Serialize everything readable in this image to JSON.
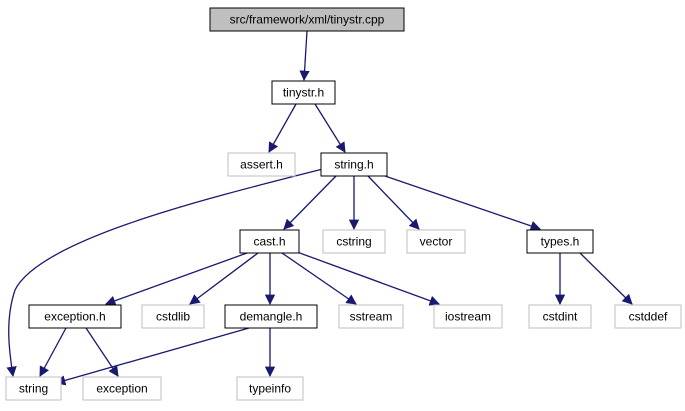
{
  "colors": {
    "edge": "#191970",
    "root_fill": "#bfbfbf",
    "solid_border": "#000000",
    "external_border": "#bfbfbf",
    "text": "#000000",
    "external_text": "#000000"
  },
  "nodes": {
    "root": {
      "label": "src/framework/xml/tinystr.cpp",
      "kind": "root"
    },
    "tinystr_h": {
      "label": "tinystr.h",
      "kind": "header"
    },
    "assert_h": {
      "label": "assert.h",
      "kind": "external"
    },
    "string_h": {
      "label": "string.h",
      "kind": "header"
    },
    "cast_h": {
      "label": "cast.h",
      "kind": "header"
    },
    "cstring": {
      "label": "cstring",
      "kind": "external"
    },
    "vector": {
      "label": "vector",
      "kind": "external"
    },
    "types_h": {
      "label": "types.h",
      "kind": "header"
    },
    "exception_h": {
      "label": "exception.h",
      "kind": "header"
    },
    "cstdlib": {
      "label": "cstdlib",
      "kind": "external"
    },
    "demangle_h": {
      "label": "demangle.h",
      "kind": "header"
    },
    "sstream": {
      "label": "sstream",
      "kind": "external"
    },
    "iostream": {
      "label": "iostream",
      "kind": "external"
    },
    "cstdint": {
      "label": "cstdint",
      "kind": "external"
    },
    "cstddef": {
      "label": "cstddef",
      "kind": "external"
    },
    "string": {
      "label": "string",
      "kind": "external"
    },
    "exception": {
      "label": "exception",
      "kind": "external"
    },
    "typeinfo": {
      "label": "typeinfo",
      "kind": "external"
    }
  },
  "edges": [
    [
      "root",
      "tinystr_h"
    ],
    [
      "tinystr_h",
      "assert_h"
    ],
    [
      "tinystr_h",
      "string_h"
    ],
    [
      "string_h",
      "cast_h"
    ],
    [
      "string_h",
      "cstring"
    ],
    [
      "string_h",
      "vector"
    ],
    [
      "string_h",
      "types_h"
    ],
    [
      "string_h",
      "string"
    ],
    [
      "cast_h",
      "exception_h"
    ],
    [
      "cast_h",
      "cstdlib"
    ],
    [
      "cast_h",
      "demangle_h"
    ],
    [
      "cast_h",
      "sstream"
    ],
    [
      "cast_h",
      "iostream"
    ],
    [
      "types_h",
      "cstdint"
    ],
    [
      "types_h",
      "cstddef"
    ],
    [
      "exception_h",
      "string"
    ],
    [
      "exception_h",
      "exception"
    ],
    [
      "demangle_h",
      "string"
    ],
    [
      "demangle_h",
      "typeinfo"
    ]
  ]
}
